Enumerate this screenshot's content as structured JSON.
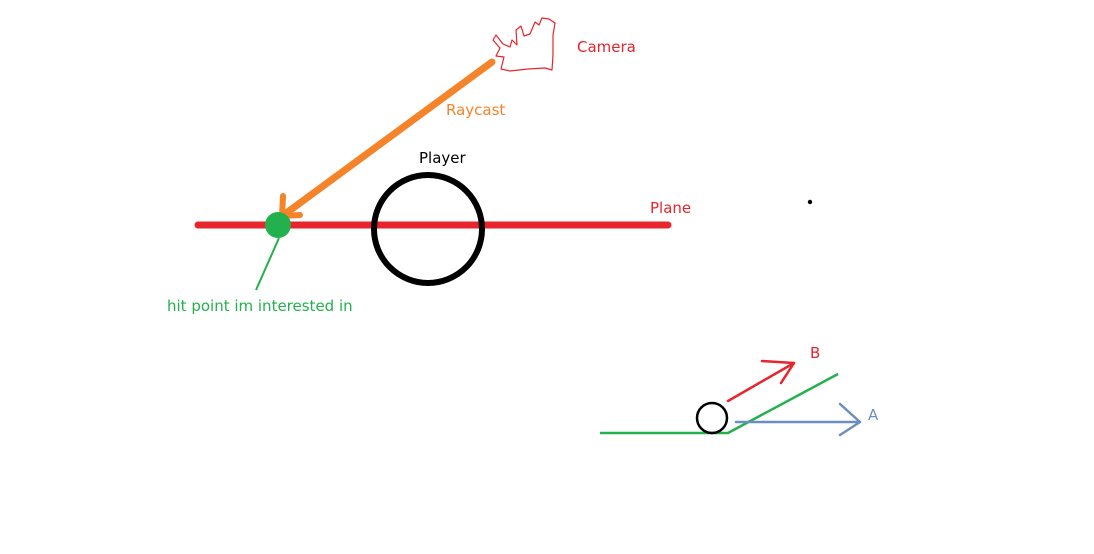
{
  "labels": {
    "camera": "Camera",
    "raycast": "Raycast",
    "player": "Player",
    "plane": "Plane",
    "hit_point": "hit point im interested in",
    "vector_b": "B",
    "vector_a": "A"
  },
  "colors": {
    "camera": "#e8242c",
    "raycast": "#f5832a",
    "player": "#000000",
    "plane": "#e8242c",
    "hit_point": "#22b14c",
    "vector_b": "#e8242c",
    "vector_a": "#6c8ebf",
    "ground": "#22b14c"
  }
}
